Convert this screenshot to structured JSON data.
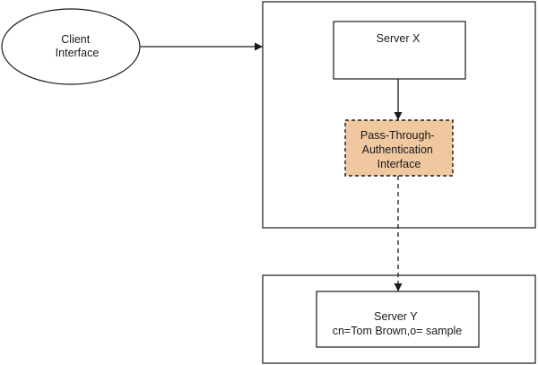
{
  "nodes": {
    "client": {
      "lines": [
        "Client",
        "Interface"
      ]
    },
    "server_x": {
      "lines": [
        "Server X"
      ]
    },
    "pta": {
      "lines": [
        "Pass-Through-",
        "Authentication",
        "Interface"
      ]
    },
    "server_y": {
      "lines": [
        "Server Y",
        "cn=Tom Brown,o= sample"
      ]
    }
  },
  "colors": {
    "pta_fill": "#f0c8a0",
    "stroke": "#1a1a1a",
    "background": "#ffffff"
  }
}
